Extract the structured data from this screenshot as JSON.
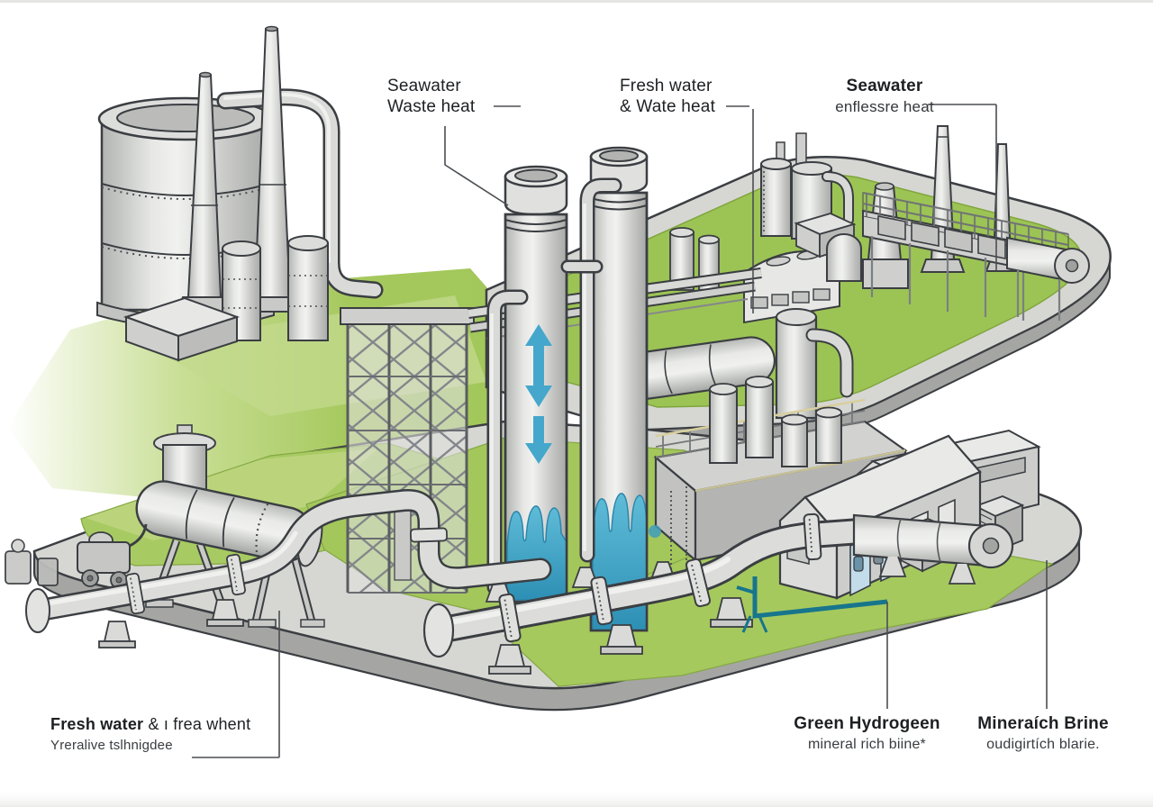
{
  "labels": {
    "seawater_waste_heat": {
      "line1": "Seawater",
      "line2": "Waste heat"
    },
    "fresh_water_waste_heat": {
      "line1": "Fresh water",
      "line2": "& Wate heat"
    },
    "seawater_effluent": {
      "line1": "Seawater",
      "line2": "enflessre heat"
    },
    "fresh_water_treatment": {
      "line1_bold": "Fresh water",
      "line1_rest": " & ı frea whent",
      "line2": "Yreralive tslhnigdee"
    },
    "green_hydrogen": {
      "line1": "Green Hydrogeen",
      "line2": "mineral rich biine*"
    },
    "mineral_brine": {
      "line1": "Mineraích Brine",
      "line2": "oudigirtích blarie."
    }
  },
  "icons": {
    "flow_updown": "up-down-arrow-icon",
    "flow_down": "down-arrow-icon"
  },
  "colors": {
    "outline": "#3b3e42",
    "metal_light": "#e9eae8",
    "metal_mid": "#cfd0ce",
    "metal_dark": "#a9abaa",
    "grass_green": "#a6c95e",
    "grass_light": "#bdd57f",
    "deck_green": "#9cc455",
    "road_gray": "#d6d7d3",
    "slab_side": "#a5a6a3",
    "water_blue": "#45a7cb",
    "pipeline_teal": "#17758c",
    "label_text": "#1d2023"
  }
}
